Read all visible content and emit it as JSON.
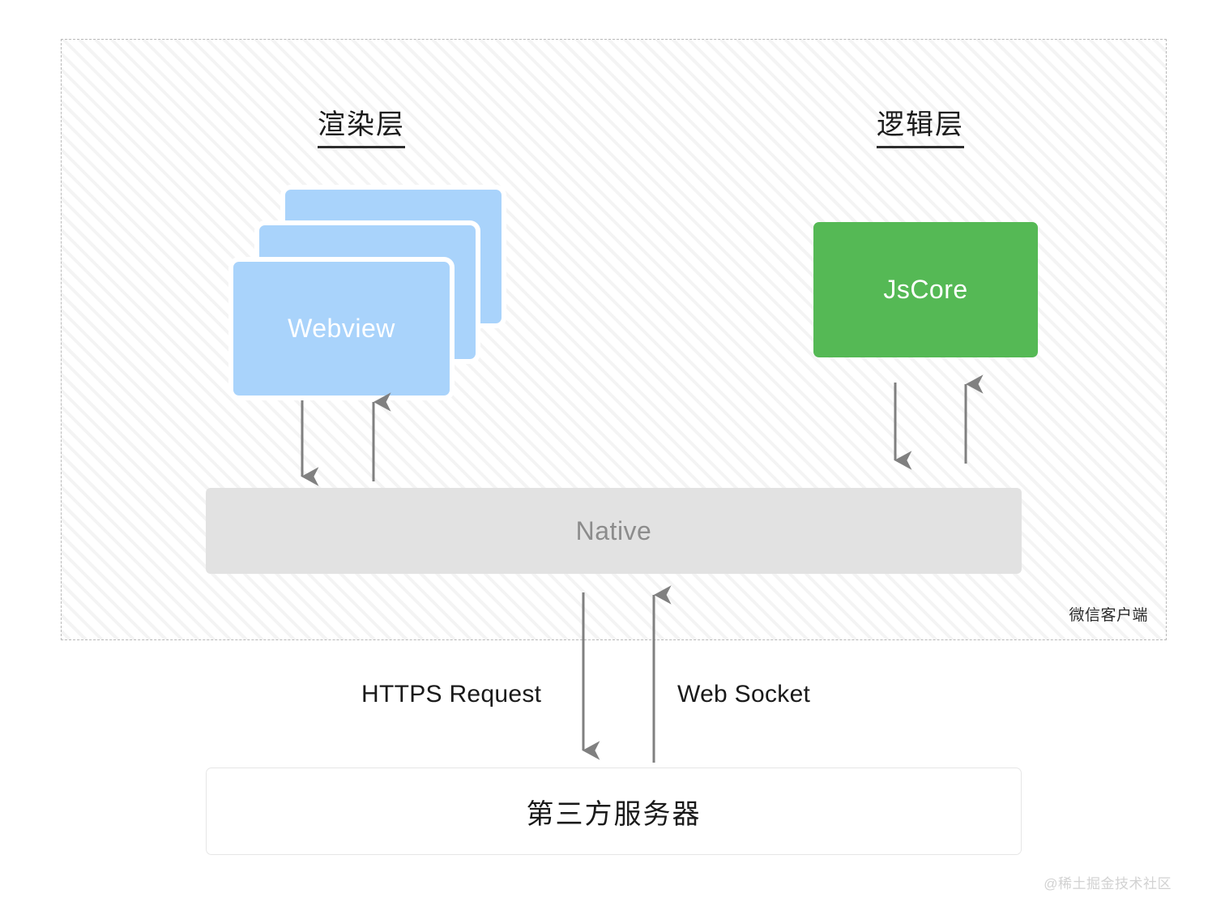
{
  "diagram": {
    "title_render_layer": "渲染层",
    "title_logic_layer": "逻辑层",
    "client_boundary_label": "微信客户端",
    "watermark": "@稀土掘金技术社区"
  },
  "nodes": {
    "webview": {
      "label": "Webview",
      "stack_count": 3,
      "color": "#a9d3fb",
      "text_color": "#ffffff"
    },
    "jscore": {
      "label": "JsCore",
      "color": "#55b955",
      "text_color": "#ffffff"
    },
    "native": {
      "label": "Native",
      "color": "#e2e2e2",
      "text_color": "#8c8c8c"
    },
    "server": {
      "label": "第三方服务器",
      "color": "#ffffff",
      "text_color": "#1a1a1a"
    }
  },
  "connections": {
    "webview_to_native": {
      "direction": "down",
      "label": ""
    },
    "native_to_webview": {
      "direction": "up",
      "label": ""
    },
    "jscore_to_native": {
      "direction": "down",
      "label": ""
    },
    "native_to_jscore": {
      "direction": "up",
      "label": ""
    },
    "native_to_server": {
      "direction": "down",
      "label": "HTTPS Request"
    },
    "server_to_native": {
      "direction": "up",
      "label": "Web Socket"
    }
  },
  "colors": {
    "arrow": "#808080",
    "dashed_border": "#b9b9b9",
    "hatch": "#f0f0f0",
    "title_underline": "#2e2e2e"
  }
}
